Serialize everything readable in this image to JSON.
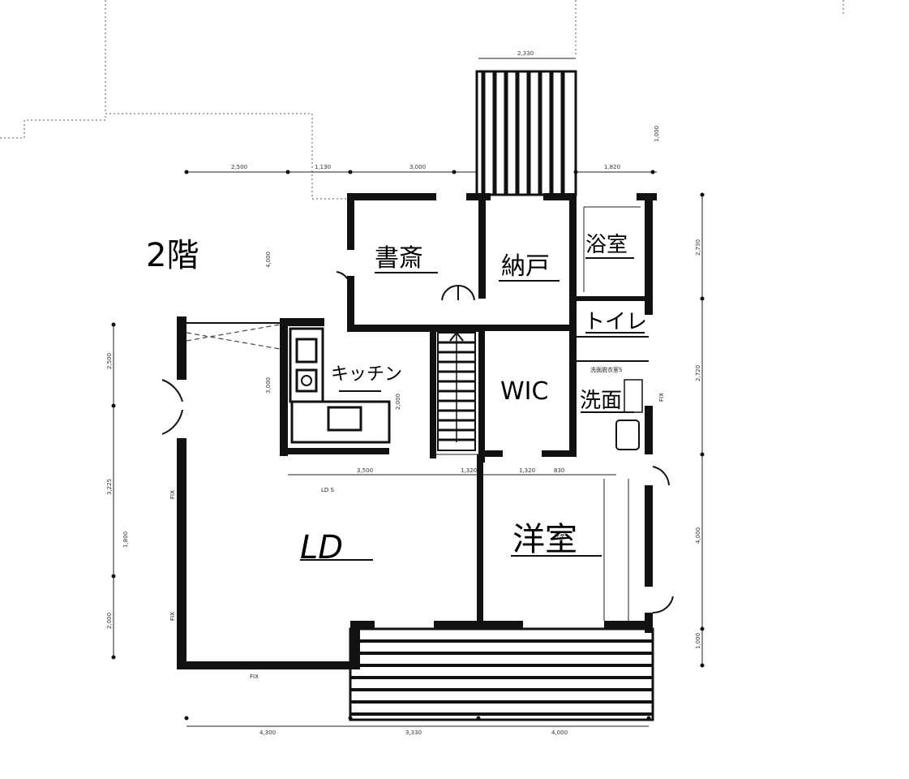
{
  "floor_label": "2階",
  "rooms": {
    "study": "書斎",
    "storage": "納戸",
    "bath": "浴室",
    "toilet": "トイレ",
    "kitchen": "キッチン",
    "wic": "WIC",
    "washroom": "洗面",
    "western": "洋室",
    "ld": "LD"
  },
  "notes": {
    "ld_small": "LD  S",
    "western_small": "洋室",
    "wash_small": "洗面脱衣室S",
    "fix_1": "FIX",
    "fix_2": "FIX",
    "fix_3": "FIX",
    "fix_4": "FIX"
  },
  "dimensions": {
    "top_balcony": "2,330",
    "top_1": "2,500",
    "top_2": "1,130",
    "top_3": "3,000",
    "top_4": "1,820",
    "bottom_1": "4,300",
    "bottom_2": "3,330",
    "bottom_3": "4,000",
    "mid_1": "3,500",
    "mid_2": "1,320",
    "mid_3": "1,320",
    "mid_4": "830",
    "left_1": "2,500",
    "left_2": "3,225",
    "left_3": "1,800",
    "left_4": "2,000",
    "right_1": "2,730",
    "right_2": "2,720",
    "right_3": "4,000",
    "right_4": "1,000",
    "inner_1": "4,000",
    "inner_2": "3,000",
    "inner_3": "2,000"
  }
}
